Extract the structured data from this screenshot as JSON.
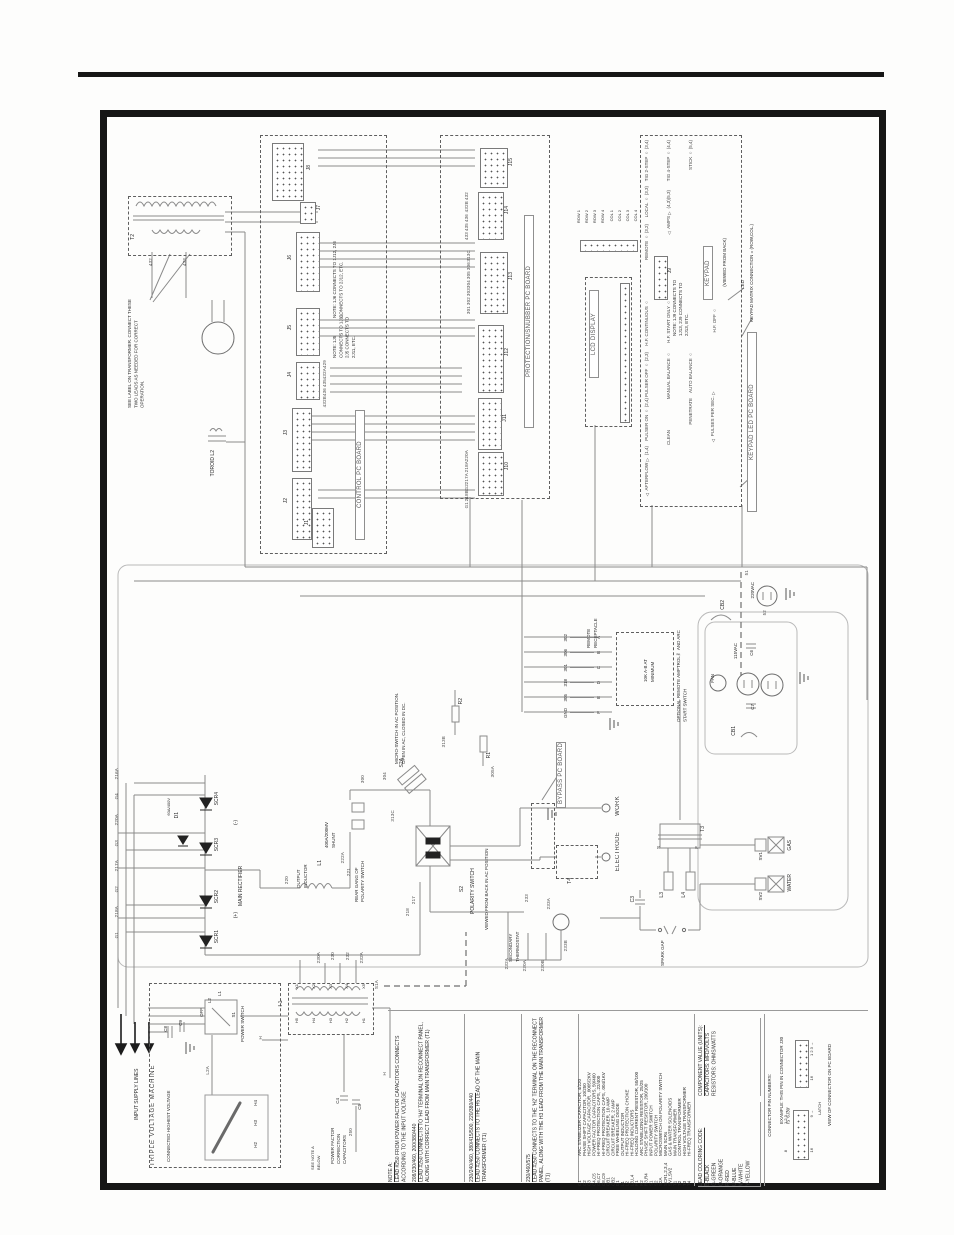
{
  "diagram": {
    "transformer_note": "SEE LABEL ON TRANSFORMER. CONNECT THESE TWO LEADS AS NEEDED FOR CORRECT OPERATION.",
    "t2": "T2",
    "lead_432": "432",
    "lead_433": "433",
    "toroid": "TOROID L2",
    "control_board": {
      "title": "CONTROL PC BOARD",
      "connectors": [
        "J8",
        "J7",
        "J6",
        "J5",
        "J4",
        "J3",
        "J2",
        "J1"
      ],
      "note_j6": "NOTE: 1J6 CONNECTS TO 1J12, 2J6 CONNECTS TO 2J12, ETC.",
      "note_j5": "NOTE: 1J5 CONNECTS TO 1J11, 2J5 CONNECTS TO 2J11, ETC.",
      "j4_leads": [
        "429",
        "432A",
        "435",
        "436",
        "432B"
      ]
    },
    "protection_board": {
      "title": "PROTECTION/SNUBBER PC BOARD",
      "connectors": [
        "J15",
        "J14",
        "J13",
        "J12",
        "J11",
        "J10"
      ],
      "j14_leads": [
        "432",
        "432B",
        "436",
        "435",
        "433"
      ],
      "j13_leads": [
        "313C",
        "306",
        "305",
        "304",
        "303",
        "302",
        "301"
      ],
      "j10_leads": [
        "220A",
        "218A",
        "217A",
        "G2",
        "218B",
        "G1"
      ]
    },
    "lcd": {
      "title": "LCD DISPLAY",
      "pins": [
        "ROW 1",
        "ROW 2",
        "ROW 3",
        "ROW 4",
        "COL 1",
        "COL 2",
        "COL 3",
        "COL 4"
      ]
    },
    "keypad": {
      "board_title": "KEYPAD LED PC BOARD",
      "name": "KEYPAD",
      "viewed": "(VIEWED FROM BACK)",
      "matrix_note": "KEYPAD MATRIX CONNECTION = (ROW,COL.)",
      "led": "LED",
      "j9": "J9",
      "j9_note": "NOTE: 1J9 CONNECTS TO 1J13, 2J9 CONNECTS TO 2J13, ETC.",
      "buttons": [
        "TIG 2-STEP ○ (3,4)",
        "TIG 4-STEP ○ (4,4)",
        "STICK ○ (5,4)",
        "LOCAL ○ (3,3)",
        "REMOTE ○ (3,2)",
        "△ AMPS ▽ (4,3)(5,3)",
        "H.F. CONTINUOUS ○",
        "H.F. START ONLY ○",
        "H.F. OFF ○",
        "MANUAL BALANCE ○",
        "AUTO BALANCE ○",
        "CLEAN",
        "PENETRATE",
        "PULSER OFF ○ (2,3)",
        "PULSER ON ○ (2,4)",
        "△ PULSES PER SEC. ▽",
        "△ AFTERFLOW ▽ (1,4)"
      ]
    },
    "bypass": "BYPASS PC BOARD",
    "work": "WORK",
    "electrode": "ELECTRODE",
    "rectifier": {
      "title": "MAIN RECTIFIER",
      "scrs": [
        "SCR4",
        "SCR3",
        "SCR2",
        "SCR1"
      ],
      "d1": "D1",
      "d1_rating": "60A/400V",
      "neg": "(-)",
      "pos": "(+)",
      "input_leads": [
        "216A",
        "G4",
        "220A",
        "G3",
        "217A",
        "G2",
        "218A",
        "G1"
      ]
    },
    "inductor": {
      "label": "OUTPUT INDUCTOR",
      "ref": "L1",
      "lead": "220"
    },
    "shunt": {
      "label": "400A/200MV SHUNT",
      "lead_a": "222A",
      "lead_b": "221"
    },
    "rear_gang": "REAR GANG OF POLARITY SWITCH",
    "polarity": {
      "s2": "S2",
      "label": "POLARITY SWITCH",
      "viewed": "VIEWED FROM BACK IN AC POSITION",
      "micro_note": "MICRO-SWITCH IN AC POSITION. OPEN IN AC, CLOSED IN DC.",
      "s2a": "S2A",
      "lead_300": "300",
      "lead_304": "304",
      "lead_313c": "313C",
      "lead_313b": "313B",
      "lead_305a": "305A",
      "lead_217": "217",
      "lead_218": "218",
      "r1": "R1",
      "r2": "R2"
    },
    "thermostat": {
      "label": "SECONDARY THERMOSTAT",
      "lead_233": "233",
      "lead_233a": "233A",
      "lead_233b": "233B",
      "lead_232a": "232A",
      "lead_230a": "230A",
      "lead_230b": "230B"
    },
    "t1": {
      "ref": "T1",
      "x_terms": [
        "X1",
        "X2",
        "X3",
        "X4",
        "X5"
      ],
      "h_terms": [
        "H5",
        "H4",
        "H3",
        "H2",
        "H1"
      ],
      "top_leads": [
        "230A",
        "230",
        "232",
        "232A"
      ],
      "s1a": "S1A",
      "h_lead": "H"
    },
    "input": {
      "lines": "INPUT SUPPLY LINES",
      "machine": "TRIPLE VOLTAGE MACHINE",
      "machine_sub": "CONNECTED HIGHEST VOLTAGE",
      "power_switch": "POWER SWITCH",
      "s1": "S1",
      "off": "OFF",
      "l1": "L1",
      "l2": "L2",
      "l2a": "L2A",
      "c8": "C8",
      "c9": "C9",
      "h_terms": [
        "H4",
        "H3",
        "H2"
      ]
    },
    "pfc": {
      "label": "POWER FACTOR CORRECTION CAPACITORS",
      "c4": "C4",
      "c5": "C5",
      "lead": "250",
      "see_note": "SEE NOTE A BELOW"
    },
    "aux": {
      "cb2": "CB2",
      "v220": "220VAC",
      "v115": "115VAC",
      "fan": "FAN",
      "c6": "C6",
      "c7": "C7",
      "cb1": "CB1",
      "lead_51": "51",
      "lead_52": "52"
    },
    "remote": {
      "label": "REMOTE RECEPTACLE",
      "pins": [
        {
          "lead": "302",
          "pin": "A"
        },
        {
          "lead": "306",
          "pin": "B"
        },
        {
          "lead": "301",
          "pin": "C"
        },
        {
          "lead": "318",
          "pin": "D"
        },
        {
          "lead": "305",
          "pin": "E"
        },
        {
          "lead": "GND",
          "pin": "F"
        }
      ],
      "pot_note": "10K A-B AT MINIMUM",
      "optional": "OPTIONAL REMOTE AMPTROL™ AND ARC START SWITCH"
    },
    "hf": {
      "t3": "T3",
      "s": "S",
      "f": "F",
      "l3": "L3",
      "l4": "L4",
      "c3": "C3",
      "spark": "SPARK GAP",
      "t4": "T4"
    },
    "solenoids": {
      "sv1": "SV1",
      "gas": "GAS",
      "sv2": "SV2",
      "water": "WATER"
    }
  },
  "notes": {
    "note_a_title": "NOTE A:",
    "note_a_intro": "LEAD #250 FROM POWER FACTOR CAPACITORS CONNECTS ACCORDING TO THE INPUT VOLTAGE",
    "variants": [
      {
        "heading": "208/230/460, 200/380/440",
        "body": "LEAD #250 CONNECTS TO 'H4' TERMINAL ON RECONNECT PANEL, ALONG WITH CORRECT LEAD FROM MAIN TRANSFORMER (T1)"
      },
      {
        "heading": "230/240/460, 380/415/500, 220/380/440",
        "body": "LEAD #250 CONNECTS TO THE H5 LEAD OF THE MAIN TRANSFORMER (T1)"
      },
      {
        "heading": "230/460/575",
        "body": "LEAD #250 CONNECTS TO THE 'H2' TERMINAL ON THE RECONNECT PANEL, ALONG WITH THE H3 LEAD FROM THE MAIN TRANSFORMER (T1)"
      }
    ],
    "components": [
      {
        "code": "C1",
        "desc": "ARC STABILIZER CAPACITOR, 4/220"
      },
      {
        "code": "C2",
        "desc": "PHASE SHIFT CAPACITOR, 10/250"
      },
      {
        "code": "C3",
        "desc": "HIGH VOLTAGE CAPACITOR, .0005/2KV"
      },
      {
        "code": "C4,C5",
        "desc": "POWER FACTOR CAPACITORS, 50/460"
      },
      {
        "code": "C6,C7",
        "desc": "HI-FREQ PROTECTION CAPS, .22/400"
      },
      {
        "code": "C8,C9",
        "desc": "HI-FREQ PROTECTION CAPS, .004/1KV"
      },
      {
        "code": "CB1",
        "desc": "CIRCUIT BREAKER, 10 AMP"
      },
      {
        "code": "CB2",
        "desc": "CIRCUIT BREAKER, 2 AMP"
      },
      {
        "code": "D1",
        "desc": "FREE WHEELING DIODE"
      },
      {
        "code": "L1",
        "desc": "OUTPUT INDUCTOR"
      },
      {
        "code": "L2",
        "desc": "HI-FREQ PROTECTION CHOKE"
      },
      {
        "code": "L3,L4",
        "desc": "HI-FREQ INDUCTORS"
      },
      {
        "code": "R1",
        "desc": "HOLDING CURRENT RESISTOR, 50/100"
      },
      {
        "code": "R2",
        "desc": "ARC STABILIZING RESISTOR, 25/25"
      },
      {
        "code": "R3,R4",
        "desc": "PHASE SHIFT RESISTOR, 200/100"
      },
      {
        "code": "S1",
        "desc": "INPUT POWER SWITCH"
      },
      {
        "code": "S2",
        "desc": "POLARITY SWITCH"
      },
      {
        "code": "S2A",
        "desc": "MICROSWITCH ON POLARITY SWITCH"
      },
      {
        "code": "SCR1,2,3,4",
        "desc": "MAIN SCRs"
      },
      {
        "code": "SV1,SV2",
        "desc": "GAS & WATER SOLENOIDS"
      },
      {
        "code": "T1",
        "desc": "MAIN TRANSFORMER"
      },
      {
        "code": "T2",
        "desc": "CONTROL TRANSFORMER"
      },
      {
        "code": "T3",
        "desc": "HIGH VOLTAGE TRANSFORMER"
      },
      {
        "code": "T4",
        "desc": "HI-FREQ TRANSFORMER"
      }
    ],
    "lead_coloring": {
      "title": "LEAD COLORING CODE:",
      "entries": [
        "B-BLACK",
        "G-GREEN",
        "O-ORANGE",
        "R-RED",
        "U-BLUE",
        "W-WHITE",
        "Y-YELLOW"
      ]
    },
    "component_value": {
      "title": "COMPONENT VALUE (UNITS):",
      "lines": [
        "CAPACITORS: MFD/VOLTS",
        "RESISTORS: OHMS/WATTS"
      ]
    },
    "connector_pins": {
      "title": "CONNECTOR PIN NUMBERS:",
      "example": "EXAMPLE: THIS PIN IN CONNECTOR J30 IS '6J30'",
      "caption": "VIEW OF CONNECTOR ON PC BOARD",
      "latch": "LATCH",
      "row1": "1 2 3 →",
      "row8": "8",
      "row9": "9 →",
      "row16": "16"
    }
  }
}
